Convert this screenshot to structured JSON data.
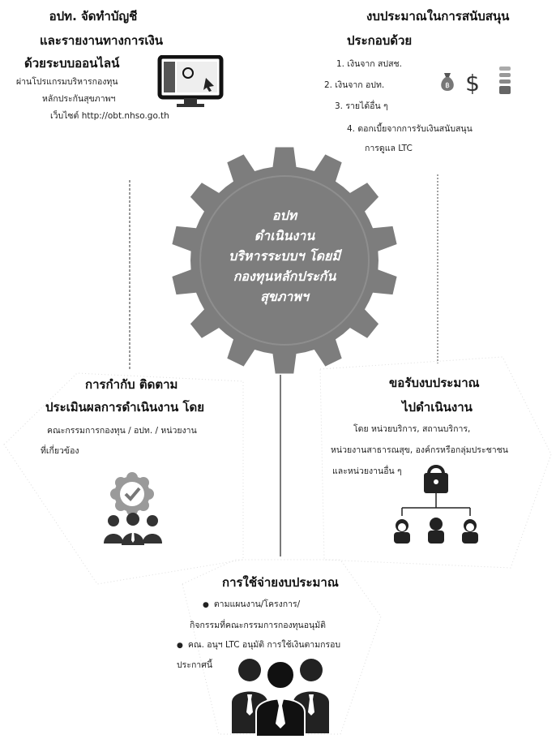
{
  "top_left": {
    "title_lines": [
      "อปท. จัดทำบัญชี",
      "และรายงานทางการเงิน",
      "ด้วยระบบออนไลน์"
    ],
    "detail_lines": [
      "ผ่านโปรแกรมบริหารกองทุน",
      "หลักประกันสุขภาพฯ",
      "เว็บไซต์ http://obt.nhso.go.th"
    ],
    "icons": [
      "computer-icon"
    ]
  },
  "top_right": {
    "title_lines": [
      "งบประมาณในการสนับสนุน",
      "ประกอบด้วย"
    ],
    "items": [
      "1. เงินจาก สปสช.",
      "2. เงินจาก อปท.",
      "3. รายได้อื่น ๆ",
      "4. ดอกเบี้ยจากการรับเงินสนับสนุน",
      "การดูแล LTC"
    ],
    "icons": [
      "money-bag-icon",
      "dollar-icon",
      "coin-stack-icon"
    ]
  },
  "center_gear": {
    "lines": [
      "อปท",
      "ดำเนินงาน",
      "บริหารระบบฯ โดยมี",
      "กองทุนหลักประกัน",
      "สุขภาพฯ"
    ]
  },
  "middle_left": {
    "title_lines": [
      "การกำกับ ติดตาม",
      "ประเมินผลการดำเนินงาน โดย"
    ],
    "detail_lines": [
      "คณะกรรมการกองทุน / อปท. / หน่วยงาน",
      "ที่เกี่ยวข้อง"
    ],
    "icons": [
      "approval-badge-icon",
      "team-icon"
    ]
  },
  "middle_right": {
    "title_lines": [
      "ขอรับงบประมาณ",
      "ไปดำเนินงาน"
    ],
    "detail_lines": [
      "โดย หน่วยบริการ, สถานบริการ,",
      "หน่วยงานสาธารณสุข, องค์กรหรือกลุ่มประชาชน",
      "และหน่วยงานอื่น ๆ"
    ],
    "icons": [
      "org-chart-icon"
    ]
  },
  "bottom": {
    "title": "การใช้จ่ายงบประมาณ",
    "bullets": [
      "ตามแผนงาน/โครงการ/",
      "กิจกรรมที่คณะกรรมการกองทุนอนุมัติ",
      "คณ. อนุฯ LTC อนุมัติ การใช้เงินตามกรอบ",
      "ประกาศนี้"
    ],
    "icons": [
      "business-group-icon"
    ]
  },
  "colors": {
    "gear": "#7d7d7d",
    "text": "#111111",
    "line": "#222222"
  }
}
